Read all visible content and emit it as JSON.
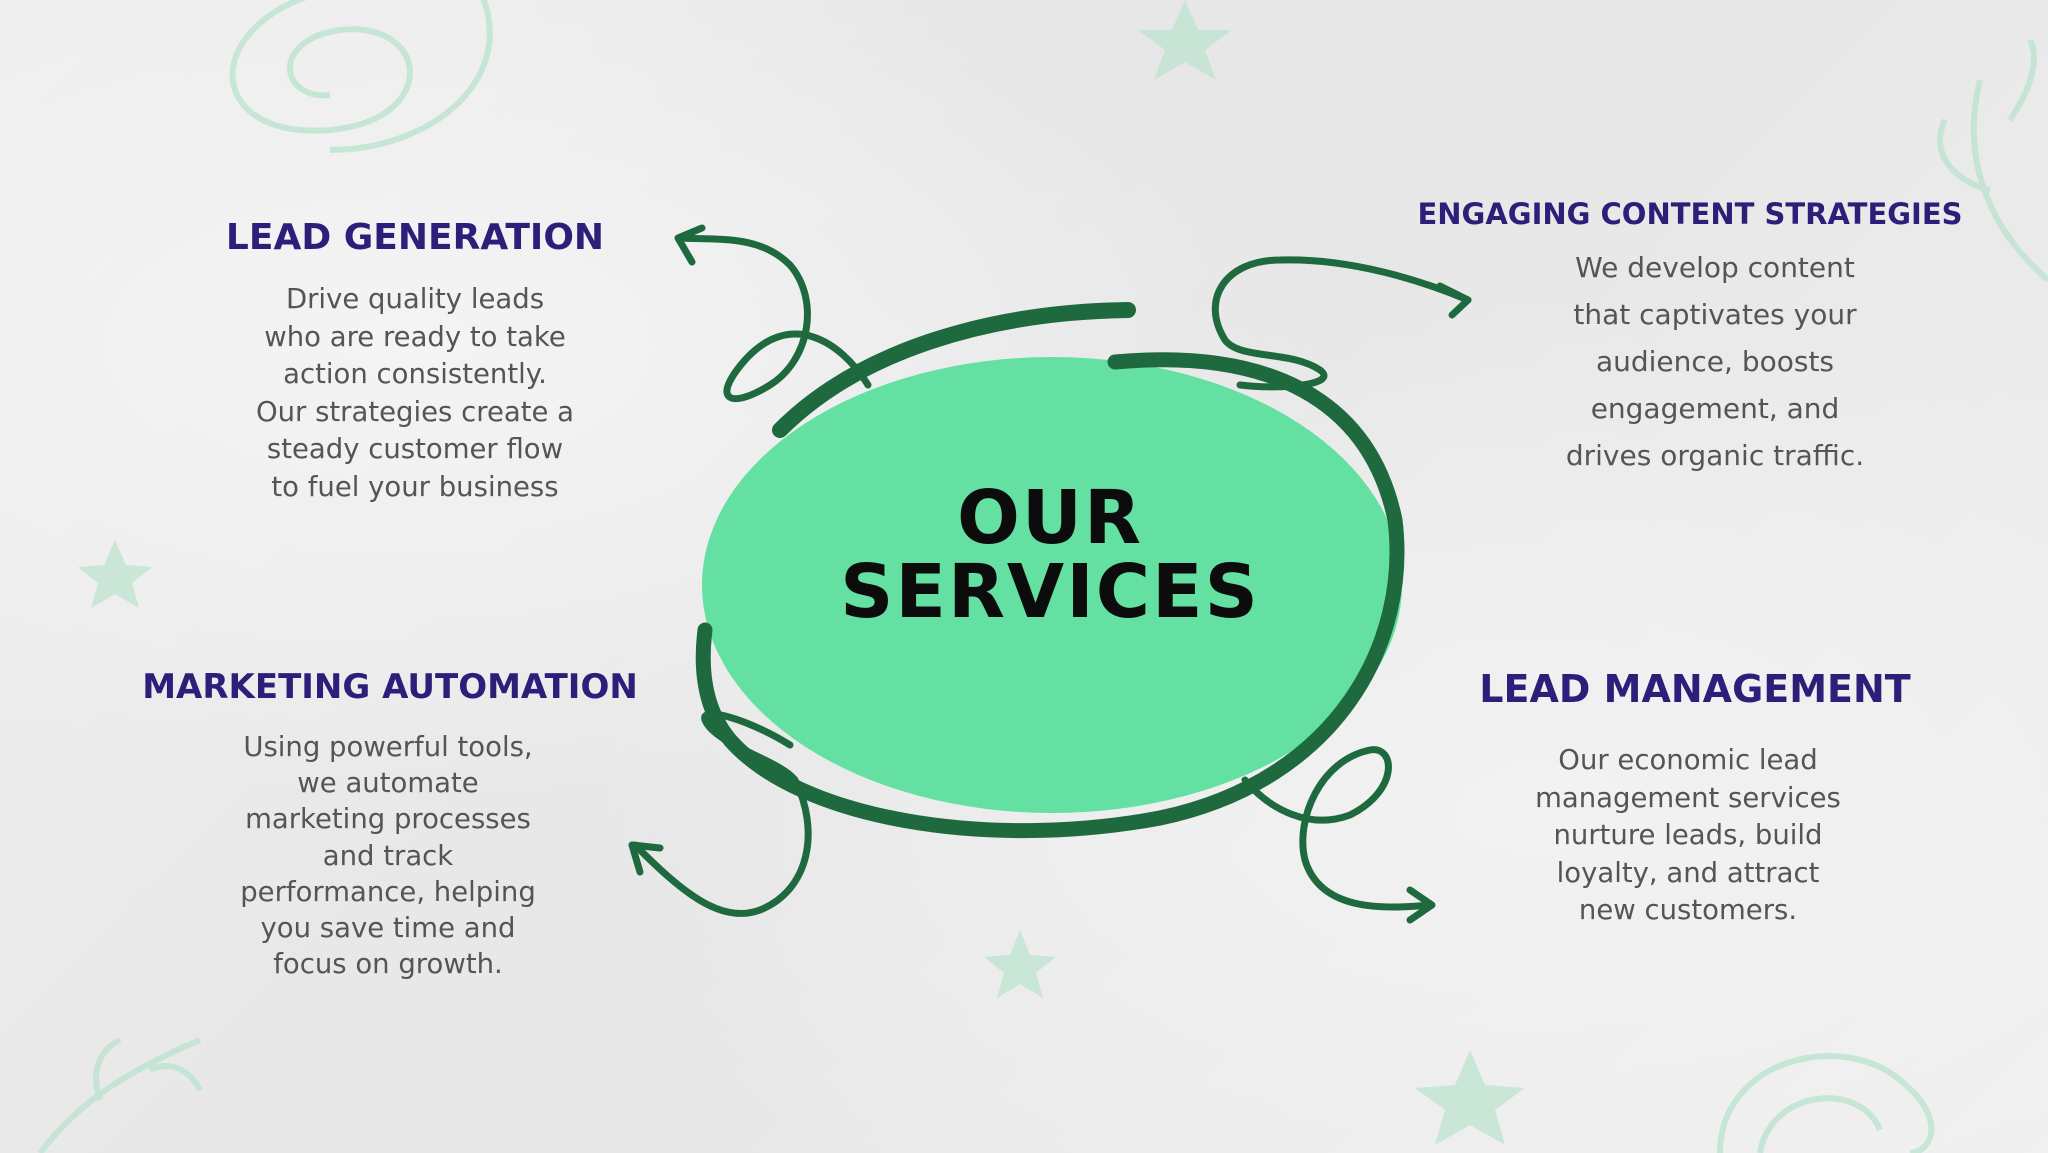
{
  "center": {
    "title_line1": "OUR",
    "title_line2": "SERVICES"
  },
  "services": [
    {
      "heading": "LEAD GENERATION",
      "lines": [
        "Drive quality leads",
        "who are ready to take",
        "action consistently.",
        "Our strategies create a",
        "steady customer flow",
        "to fuel your business"
      ]
    },
    {
      "heading": "ENGAGING CONTENT STRATEGIES",
      "lines": [
        "We develop content",
        "that captivates your",
        "audience, boosts",
        "engagement, and",
        "drives organic traffic."
      ]
    },
    {
      "heading": "MARKETING AUTOMATION",
      "lines": [
        "Using powerful tools,",
        "we automate",
        "marketing processes",
        "and track",
        "performance, helping",
        "you save time and",
        "focus on growth."
      ]
    },
    {
      "heading": "LEAD MANAGEMENT",
      "lines": [
        "Our economic lead",
        "management services",
        "nurture leads, build",
        "loyalty, and attract",
        "new customers."
      ]
    }
  ],
  "colors": {
    "heading": "#2b1f7a",
    "body_text": "#555555",
    "oval_fill": "#63e0a2",
    "outline": "#1e6a3e",
    "decoration": "#b9e3cd"
  },
  "icons": [
    "star-icon",
    "leaf-icon",
    "spiral-icon",
    "arrow-icon"
  ]
}
